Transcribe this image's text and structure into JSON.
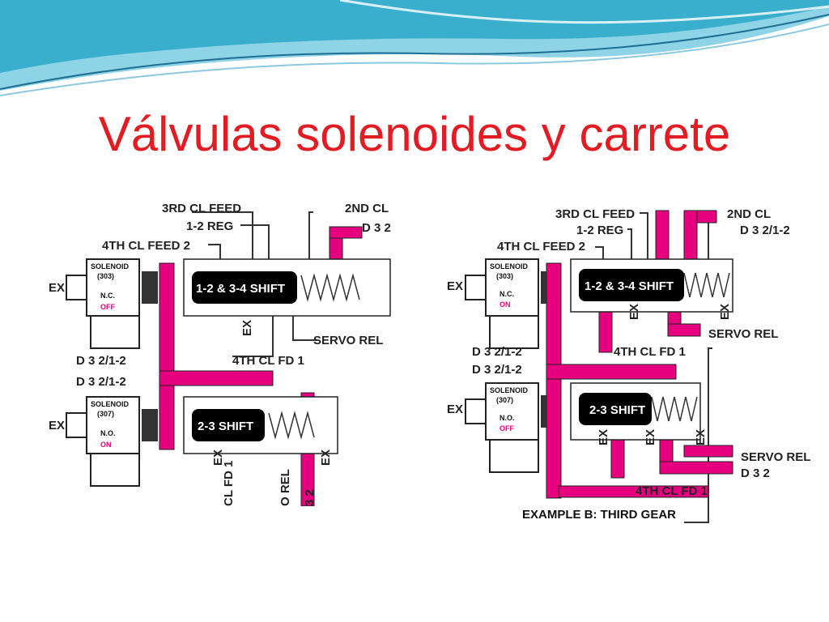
{
  "slide": {
    "title": "Válvulas solenoides y carrete"
  },
  "colors": {
    "title": "#e31b23",
    "fluid": "#e6007e",
    "valve_body": "#000000",
    "wave_dark": "#2aa8c8",
    "wave_light": "#bfe6f0"
  },
  "diagram_left": {
    "labels": {
      "ex_top": "EX",
      "ex_bottom": "EX",
      "third_cl_feed": "3RD CL FEED",
      "reg_1_2": "1-2 REG",
      "fourth_cl_feed_2": "4TH CL FEED 2",
      "second_cl": "2ND CL",
      "d32": "D 3 2",
      "servo_rel": "SERVO REL",
      "fourth_th_cl_fd_1": "4TH CL FD 1",
      "d32_12_a": "D 3 2/1-2",
      "d32_12_b": "D 3 2/1-2",
      "shift_upper": "1-2 & 3-4 SHIFT",
      "shift_lower": "2-3 SHIFT",
      "ex_v1": "EX",
      "ex_v2": "EX",
      "ex_v3": "EX",
      "cl_fd_1": "CL FD 1",
      "o_rel": "O REL",
      "three_2": "3 2"
    },
    "solenoid_top": {
      "name": "SOLENOID",
      "num": "(303)",
      "type": "N.C.",
      "state": "OFF"
    },
    "solenoid_bottom": {
      "name": "SOLENOID",
      "num": "(307)",
      "type": "N.O.",
      "state": "ON"
    }
  },
  "diagram_right": {
    "labels": {
      "ex_top": "EX",
      "ex_bottom": "EX",
      "third_cl_feed": "3RD CL FEED",
      "reg_1_2": "1-2 REG",
      "fourth_cl_feed_2": "4TH CL FEED 2",
      "second_cl": "2ND CL",
      "d32_12_top": "D 3 2/1-2",
      "servo_rel_top": "SERVO REL",
      "fourth_cl_fd_1_top": "4TH CL FD 1",
      "d32_12_a": "D 3 2/1-2",
      "d32_12_b": "D 3 2/1-2",
      "shift_upper": "1-2 & 3-4 SHIFT",
      "shift_lower": "2-3 SHIFT",
      "servo_rel_bottom": "SERVO REL",
      "d32": "D 3 2",
      "fourth_cl_fd_1_bottom": "4TH CL FD 1",
      "ex_v1": "EX",
      "ex_v2": "EX",
      "ex_v3": "EX",
      "ex_v4": "EX",
      "ex_v5": "EX",
      "caption": "EXAMPLE B: THIRD GEAR"
    },
    "solenoid_top": {
      "name": "SOLENOID",
      "num": "(303)",
      "type": "N.C.",
      "state": "ON"
    },
    "solenoid_bottom": {
      "name": "SOLENOID",
      "num": "(307)",
      "type": "N.O.",
      "state": "OFF"
    }
  }
}
